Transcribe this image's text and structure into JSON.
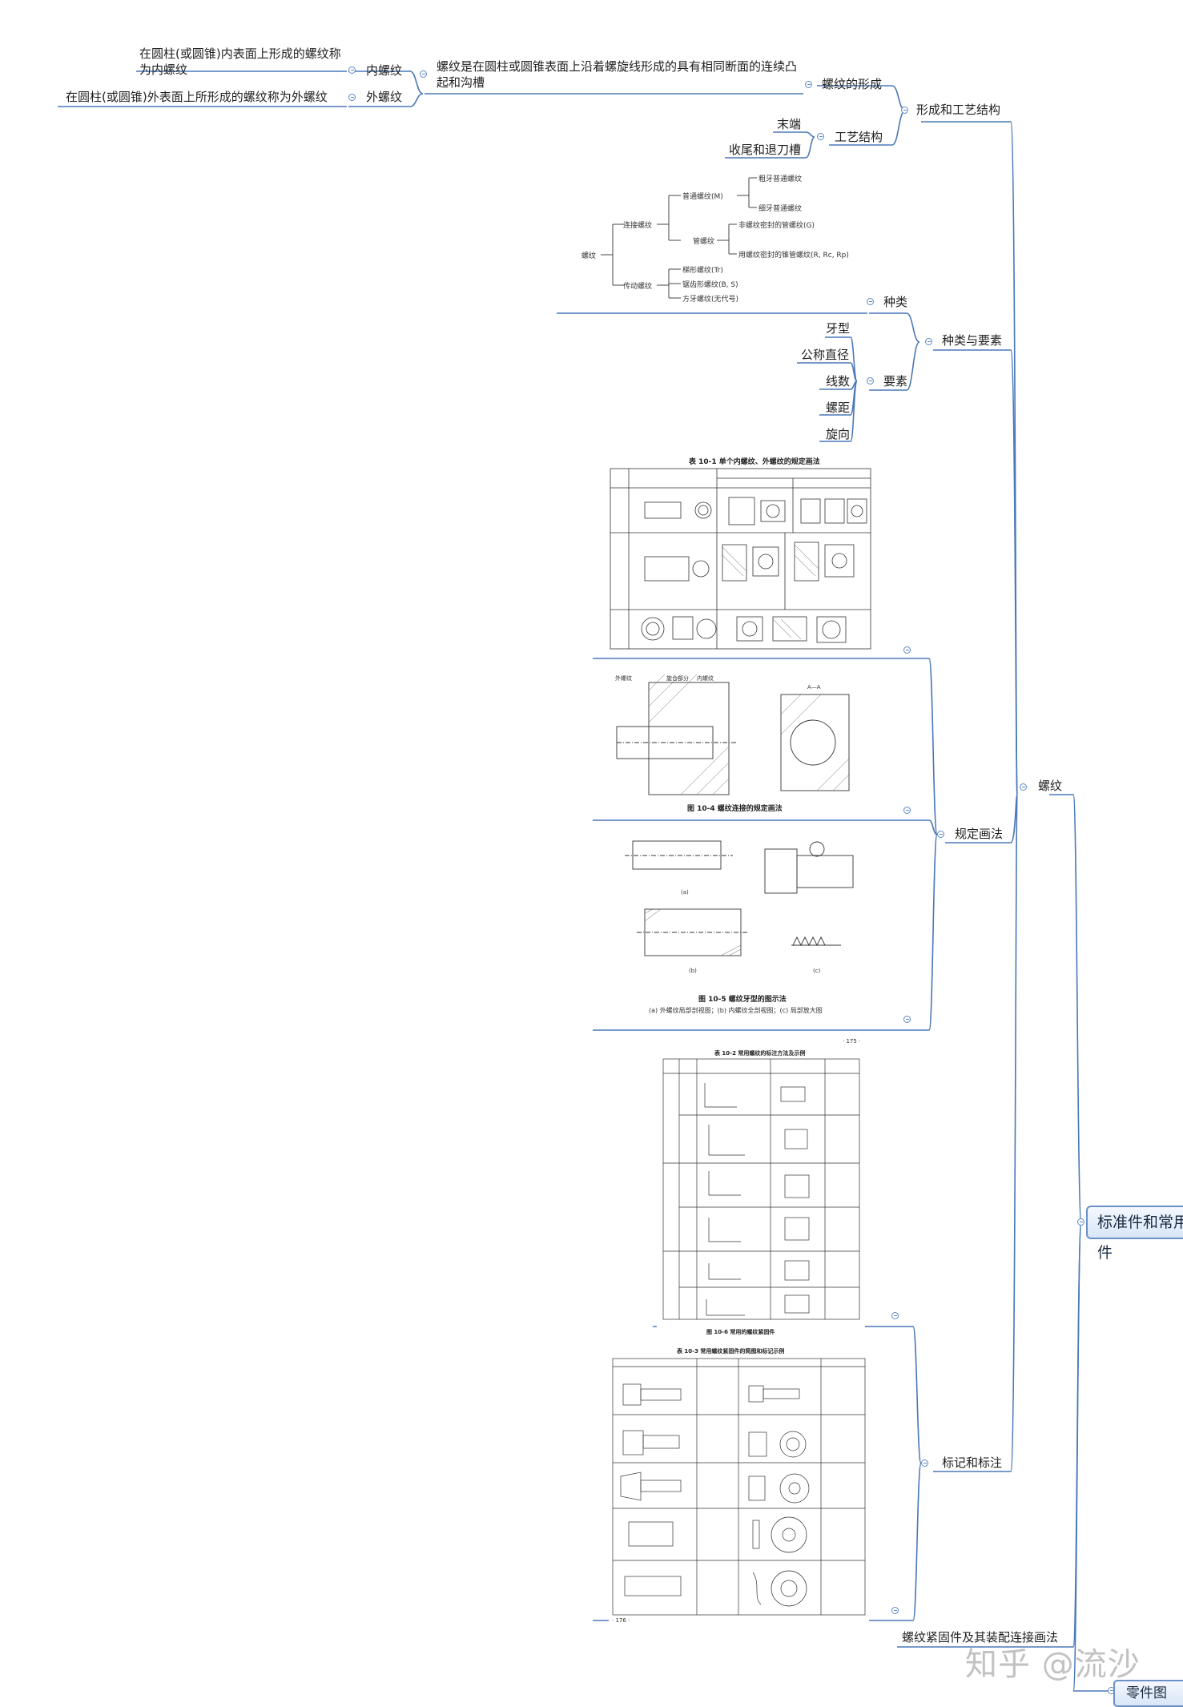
{
  "root": {
    "label": "标准件和常用件",
    "second": "零件图"
  },
  "branch": {
    "luowen": "螺纹"
  },
  "level1": {
    "xingcheng_gongyi": "形成和工艺结构",
    "zhonglei_yaosu": "种类与要素",
    "guiding_huafa": "规定画法",
    "biaoji_biaozhu": "标记和标注",
    "jingujian": "螺纹紧固件及其装配连接画法"
  },
  "formation": {
    "luowen_xingcheng": "螺纹的形成",
    "definition": "螺纹是在圆柱或圆锥表面上沿着螺旋线形成的具有相同断面的连续凸起和沟槽",
    "nei": "内螺纹",
    "nei_desc": "在圆柱(或圆锥)内表面上形成的螺纹称为内螺纹",
    "wai": "外螺纹",
    "wai_desc": "在圆柱(或圆锥)外表面上所形成的螺纹称为外螺纹",
    "gongyi": "工艺结构",
    "moduan": "末端",
    "shouwei": "收尾和退刀槽"
  },
  "types": {
    "zhonglei": "种类",
    "yaosu": "要素",
    "elements": [
      "牙型",
      "公称直径",
      "线数",
      "螺距",
      "旋向"
    ]
  },
  "classification": {
    "root": "螺纹",
    "lianjie": "连接螺纹",
    "chuandong": "传动螺纹",
    "putong": "普通螺纹(M)",
    "cuya": "粗牙普通螺纹",
    "xiya": "细牙普通螺纹",
    "guan": "管螺纹",
    "fei_mifeng": "非螺纹密封的管螺纹(G)",
    "mifeng": "用螺纹密封的锥管螺纹(R, Rc, Rp)",
    "tixing": "梯形螺纹(Tr)",
    "juchi": "锯齿形螺纹(B, S)",
    "fangxing": "方牙螺纹(无代号)"
  },
  "figures": {
    "table_10_1": "表 10-1  单个内螺纹、外螺纹的规定画法",
    "fig_10_4": "图 10-4  螺纹连接的规定画法",
    "fig_10_5": "图 10-5  螺纹牙型的图示法",
    "fig_10_5_sub": "(a) 外螺纹局部剖视图；(b) 内螺纹全剖视图；(c) 局部放大图",
    "table_10_2": "表 10-2  常用螺纹的标注方法及示例",
    "fig_10_6": "图 10-6  常用的螺纹紧固件",
    "table_10_3": "表 10-3  常用螺纹紧固件的简图和标记示例",
    "page_175": "· 175 ·",
    "page_176": "· 176 ·",
    "label_a": "(a)",
    "label_b": "(b)",
    "label_c": "(c)",
    "aa": "A—A",
    "waixianwen": "外螺纹",
    "xuanhe": "旋合部分",
    "neiluowen": "内螺纹"
  },
  "watermark": "知乎 @流沙",
  "colors": {
    "line": "#4a78b8",
    "root_border": "#6b8fc8"
  }
}
